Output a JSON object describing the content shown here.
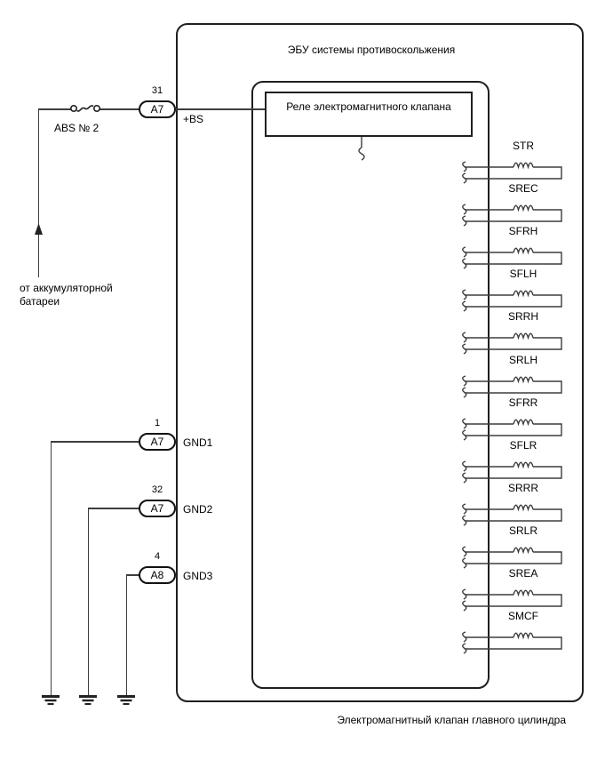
{
  "diagram": {
    "title": "ЭБУ системы противоскольжения",
    "relay": {
      "label": "Реле электромагнитного клапана"
    },
    "fuse": {
      "label": "ABS № 2"
    },
    "battery": {
      "line1": "от аккумуляторной",
      "line2": "батареи"
    },
    "caption": "Электромагнитный клапан главного цилиндра",
    "pins": [
      {
        "number": "31",
        "connector": "A7",
        "signal": "+BS"
      },
      {
        "number": "1",
        "connector": "A7",
        "signal": "GND1"
      },
      {
        "number": "32",
        "connector": "A7",
        "signal": "GND2"
      },
      {
        "number": "4",
        "connector": "A8",
        "signal": "GND3"
      }
    ],
    "solenoids": [
      "STR",
      "SREC",
      "SFRH",
      "SFLH",
      "SRRH",
      "SRLH",
      "SFRR",
      "SFLR",
      "SRRR",
      "SRLR",
      "SREA",
      "SMCF"
    ],
    "colors": {
      "box_line": "#1f1f1f",
      "wire": "#3d3d3d",
      "background": "#ffffff",
      "text": "#000000"
    }
  }
}
